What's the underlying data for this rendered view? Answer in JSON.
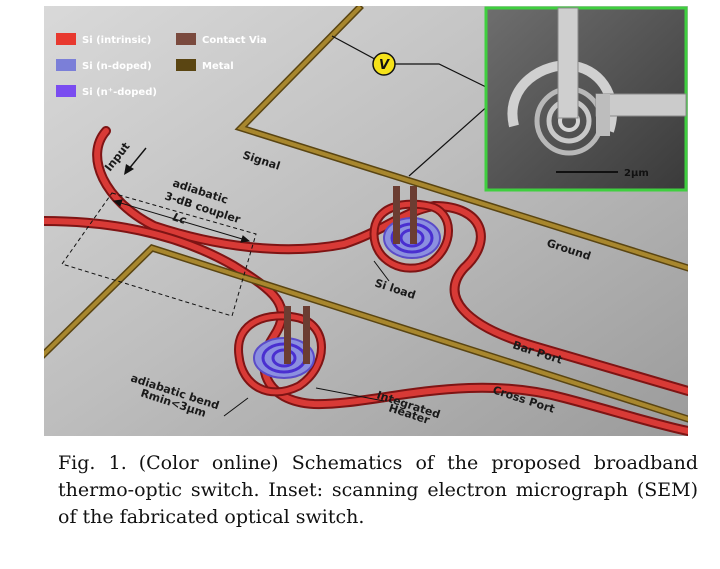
{
  "legend": [
    {
      "label": "Si (intrinsic)",
      "color": "#e8392f"
    },
    {
      "label": "Si (n-doped)",
      "color": "#7b7fd8"
    },
    {
      "label": "Si (n⁺-doped)",
      "color": "#7a4cf0"
    },
    {
      "label": "Contact Via",
      "color": "#7a4a3e"
    },
    {
      "label": "Metal",
      "color": "#5a4512"
    }
  ],
  "labels": {
    "voltmeter": "V",
    "signal": "Signal",
    "ground": "Ground",
    "input": "Input",
    "coupler_line1": "adiabatic",
    "coupler_line2": "3-dB coupler",
    "coupler_length": "Lc",
    "si_load": "Si load",
    "bar_port": "Bar Port",
    "cross_port": "Cross Port",
    "bend_line1": "adiabatic bend",
    "bend_line2": "Rmin<3μm",
    "heater_line1": "Integrated",
    "heater_line2": "Heater"
  },
  "inset": {
    "scale_label": "2μm"
  },
  "caption": {
    "figure_number": "Fig. 1.",
    "text": "(Color online) Schematics of the proposed broadband thermo-optic switch. Inset: scanning electron micrograph (SEM) of the fabricated optical switch."
  }
}
